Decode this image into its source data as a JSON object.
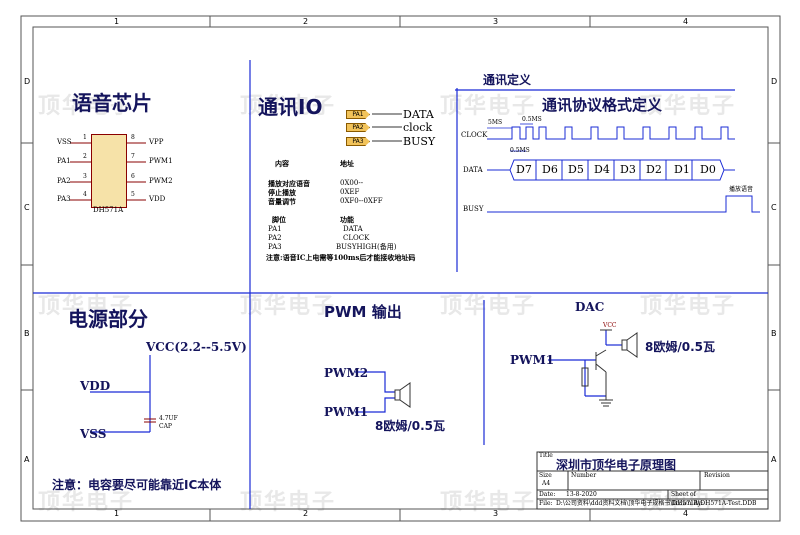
{
  "watermark": "顶华电子",
  "grid": {
    "columns": [
      "1",
      "2",
      "3",
      "4"
    ],
    "rows": [
      "D",
      "C",
      "B",
      "A"
    ]
  },
  "voice_chip": {
    "title": "语音芯片",
    "part": "DH571A",
    "left_pins": [
      {
        "label": "VSS",
        "num": "1"
      },
      {
        "label": "PA1",
        "num": "2"
      },
      {
        "label": "PA2",
        "num": "3"
      },
      {
        "label": "PA3",
        "num": "4"
      }
    ],
    "right_pins": [
      {
        "label": "VPP",
        "num": "8"
      },
      {
        "label": "PWM1",
        "num": "7"
      },
      {
        "label": "PWM2",
        "num": "6"
      },
      {
        "label": "VDD",
        "num": "5"
      }
    ]
  },
  "comm_io": {
    "title": "通讯IO",
    "ports": [
      {
        "tag": "PA1",
        "name": "DATA"
      },
      {
        "tag": "PA2",
        "name": "clock"
      },
      {
        "tag": "PA3",
        "name": "BUSY"
      }
    ],
    "table_header": {
      "content": "内容",
      "address": "地址"
    },
    "table_rows": [
      {
        "content": "播放对应语音",
        "address": "0X00--"
      },
      {
        "content": "停止播放",
        "address": "0XEF"
      },
      {
        "content": "音量调节",
        "address": "0XF0--0XFF"
      }
    ],
    "pin_header": {
      "pin": "脚位",
      "function": "功能"
    },
    "pin_rows": [
      {
        "pin": "PA1",
        "function": "DATA"
      },
      {
        "pin": "PA2",
        "function": "CLOCK"
      },
      {
        "pin": "PA3",
        "function": "BUSYHIGH(备用)"
      }
    ],
    "note": "注意:语音IC上电需等100ms后才能接收地址码"
  },
  "comm_def": {
    "title": "通讯定义",
    "protocol_title": "通讯协议格式定义",
    "signals": {
      "clock": "CLOCK",
      "data": "DATA",
      "busy": "BUSY"
    },
    "timing": {
      "t1": "5MS",
      "t2": "0.5MS",
      "t3": "0.5MS"
    },
    "bits": [
      "D7",
      "D6",
      "D5",
      "D4",
      "D3",
      "D2",
      "D1",
      "D0"
    ],
    "busy_note": "播放语音"
  },
  "power": {
    "title": "电源部分",
    "vcc": "VCC(2.2--5.5V)",
    "vdd": "VDD",
    "vss": "VSS",
    "cap_value": "4.7UF",
    "cap_label": "CAP",
    "note": "注意：电容要尽可能靠近IC本体"
  },
  "pwm": {
    "title": "PWM 输出",
    "pwm2": "PWM2",
    "pwm1": "PWM1",
    "speaker": "8欧姆/0.5瓦"
  },
  "dac": {
    "title": "DAC",
    "input": "PWM1",
    "vcc": "VCC",
    "speaker": "8欧姆/0.5瓦"
  },
  "title_block": {
    "title_label": "Title",
    "title": "深圳市顶华电子原理图",
    "size_label": "Size",
    "size": "A4",
    "number_label": "Number",
    "revision_label": "Revision",
    "date_label": "Date:",
    "date": "13-8-2020",
    "sheet_label": "Sheet",
    "sheet_of": "of",
    "file_label": "File:",
    "file": "D:\\公司资料\\ddd资料文档\\顶华电子规格书\\DH571A\\DH571A-Test.DDB",
    "drawn_by_label": "Drawn By:"
  }
}
